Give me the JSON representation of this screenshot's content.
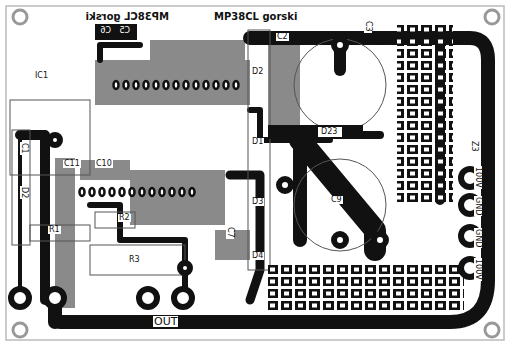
{
  "diagram": {
    "labels": [
      "MP38CL gorski",
      "MP38CL gorski",
      "C6",
      "C5",
      "C2",
      "D2",
      "C3",
      "IC1",
      "D1",
      "D23",
      "C9",
      "Z3",
      "100V",
      "GND",
      "GND",
      "100V",
      "C1",
      "D2",
      "C11",
      "C10",
      "R1",
      "R2",
      "R3",
      "C7",
      "D3",
      "D4",
      "OUT"
    ]
  }
}
